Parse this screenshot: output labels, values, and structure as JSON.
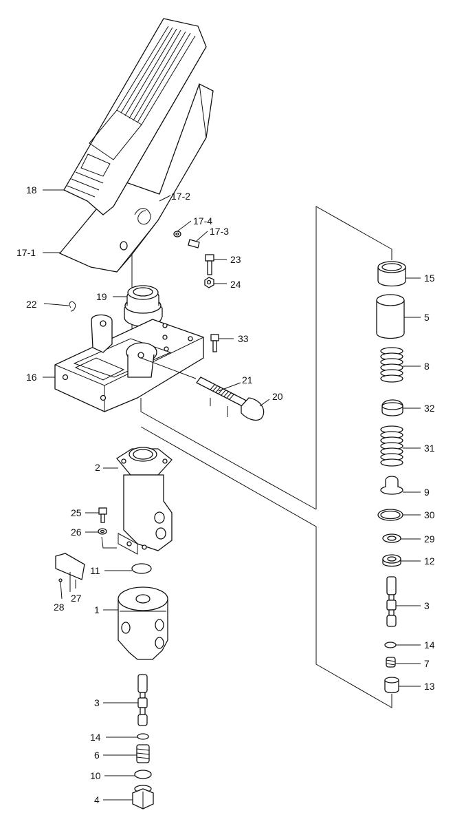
{
  "diagram": {
    "callouts": [
      {
        "id": "c18",
        "text": "18"
      },
      {
        "id": "c17_2",
        "text": "17-2"
      },
      {
        "id": "c17_4",
        "text": "17-4"
      },
      {
        "id": "c17_3",
        "text": "17-3"
      },
      {
        "id": "c17_1",
        "text": "17-1"
      },
      {
        "id": "c23",
        "text": "23"
      },
      {
        "id": "c24",
        "text": "24"
      },
      {
        "id": "c19",
        "text": "19"
      },
      {
        "id": "c22",
        "text": "22"
      },
      {
        "id": "c33",
        "text": "33"
      },
      {
        "id": "c16",
        "text": "16"
      },
      {
        "id": "c21",
        "text": "21"
      },
      {
        "id": "c20",
        "text": "20"
      },
      {
        "id": "c2",
        "text": "2"
      },
      {
        "id": "c25",
        "text": "25"
      },
      {
        "id": "c26",
        "text": "26"
      },
      {
        "id": "c11",
        "text": "11"
      },
      {
        "id": "c27",
        "text": "27"
      },
      {
        "id": "c28",
        "text": "28"
      },
      {
        "id": "c1",
        "text": "1"
      },
      {
        "id": "c3a",
        "text": "3"
      },
      {
        "id": "c14a",
        "text": "14"
      },
      {
        "id": "c6",
        "text": "6"
      },
      {
        "id": "c10",
        "text": "10"
      },
      {
        "id": "c4",
        "text": "4"
      },
      {
        "id": "c15",
        "text": "15"
      },
      {
        "id": "c5",
        "text": "5"
      },
      {
        "id": "c8",
        "text": "8"
      },
      {
        "id": "c32",
        "text": "32"
      },
      {
        "id": "c31",
        "text": "31"
      },
      {
        "id": "c9",
        "text": "9"
      },
      {
        "id": "c30",
        "text": "30"
      },
      {
        "id": "c29",
        "text": "29"
      },
      {
        "id": "c12",
        "text": "12"
      },
      {
        "id": "c3b",
        "text": "3"
      },
      {
        "id": "c14b",
        "text": "14"
      },
      {
        "id": "c7",
        "text": "7"
      },
      {
        "id": "c13",
        "text": "13"
      }
    ]
  }
}
